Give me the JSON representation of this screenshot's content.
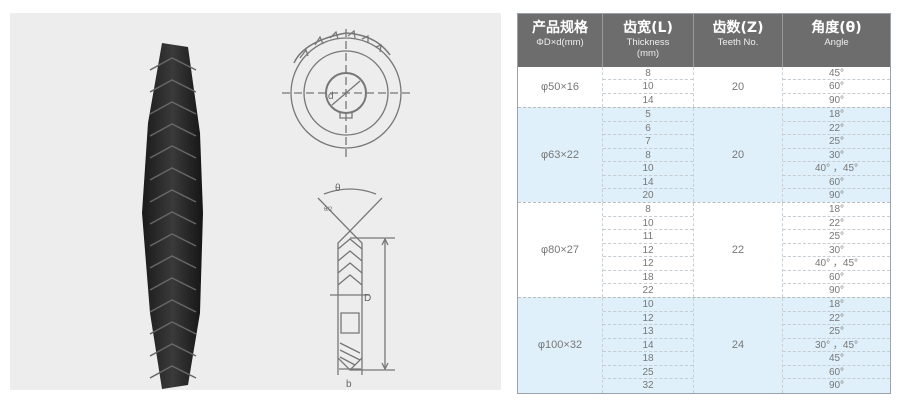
{
  "header": [
    {
      "zh": "产品规格",
      "en": "ΦD×d(mm)",
      "en2": ""
    },
    {
      "zh": "齿宽(L)",
      "en": "Thickness",
      "en2": "(mm)"
    },
    {
      "zh": "齿数(Z)",
      "en": "Teeth No.",
      "en2": ""
    },
    {
      "zh": "角度(θ)",
      "en": "Angle",
      "en2": ""
    }
  ],
  "groups": [
    {
      "spec": "φ50×16",
      "teeth": "20",
      "blue": false,
      "rows": [
        [
          "8",
          "45°"
        ],
        [
          "10",
          "60°"
        ],
        [
          "14",
          "90°"
        ]
      ]
    },
    {
      "spec": "φ63×22",
      "teeth": "20",
      "blue": true,
      "rows": [
        [
          "5",
          "18°"
        ],
        [
          "6",
          "22°"
        ],
        [
          "7",
          "25°"
        ],
        [
          "8",
          "30°"
        ],
        [
          "10",
          "40° ，45°"
        ],
        [
          "14",
          "60°"
        ],
        [
          "20",
          "90°"
        ]
      ]
    },
    {
      "spec": "φ80×27",
      "teeth": "22",
      "blue": false,
      "rows": [
        [
          "8",
          "18°"
        ],
        [
          "10",
          "22°"
        ],
        [
          "11",
          "25°"
        ],
        [
          "12",
          "30°"
        ],
        [
          "12",
          "40° ，45°"
        ],
        [
          "18",
          "60°"
        ],
        [
          "22",
          "90°"
        ]
      ]
    },
    {
      "spec": "φ100×32",
      "teeth": "24",
      "blue": true,
      "rows": [
        [
          "10",
          "18°"
        ],
        [
          "12",
          "22°"
        ],
        [
          "13",
          "25°"
        ],
        [
          "14",
          "30° ，45°"
        ],
        [
          "18",
          "45°"
        ],
        [
          "25",
          "60°"
        ],
        [
          "32",
          "90°"
        ]
      ]
    }
  ],
  "diagram": {
    "label_d": "d",
    "label_theta": "θ",
    "label_half": "θ/2",
    "label_D": "D",
    "label_b": "b"
  }
}
